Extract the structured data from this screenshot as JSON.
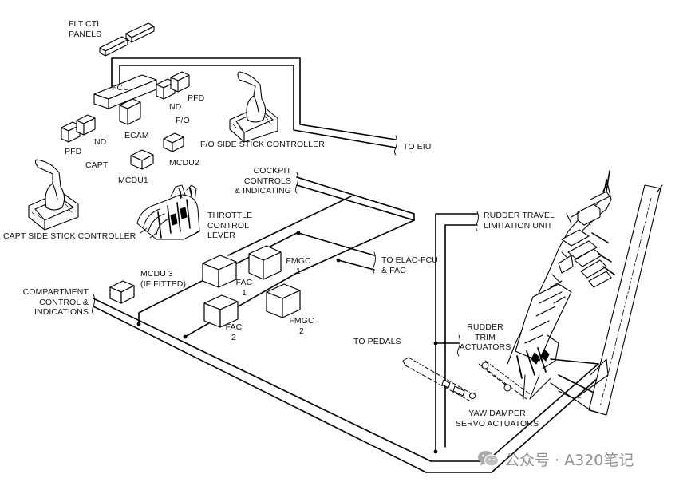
{
  "labels": {
    "flt_ctl_panels": "FLT CTL\nPANELS",
    "fcu": "FCU",
    "nd_fo": "ND",
    "pfd_fo": "PFD",
    "fo": "F/O",
    "ecam": "ECAM",
    "pfd_capt": "PFD",
    "nd_capt": "ND",
    "capt": "CAPT",
    "mcdu1": "MCDU1",
    "mcdu2": "MCDU2",
    "fo_side_stick": "F/O SIDE STICK CONTROLLER",
    "to_eiu": "TO EIU",
    "cockpit_controls": "COCKPIT\nCONTROLS\n& INDICATING",
    "throttle_control_lever": "THROTTLE\nCONTROL\nLEVER",
    "capt_side_stick": "CAPT SIDE STICK CONTROLLER",
    "rudder_travel_limitation_unit": "RUDDER TRAVEL\nLIMITATION UNIT",
    "fmgc1": "FMGC\n1",
    "to_elac_fcu": "TO ELAC-FCU\n& FAC",
    "mcdu3": "MCDU 3\n(IF FITTED)",
    "fac1": "FAC\n1",
    "compartment_control": "COMPARTMENT\nCONTROL &\nINDICATIONS",
    "fac2": "FAC\n2",
    "fmgc2": "FMGC\n2",
    "rudder_trim_actuators": "RUDDER\nTRIM\nACTUATORS",
    "to_pedals": "TO PEDALS",
    "yaw_damper_servo_actuators": "YAW DAMPER\nSERVO ACTUATORS"
  },
  "watermark": {
    "text": "公众号 · A320笔记",
    "icon": "wechat-icon",
    "color": "#8f8f8f"
  }
}
